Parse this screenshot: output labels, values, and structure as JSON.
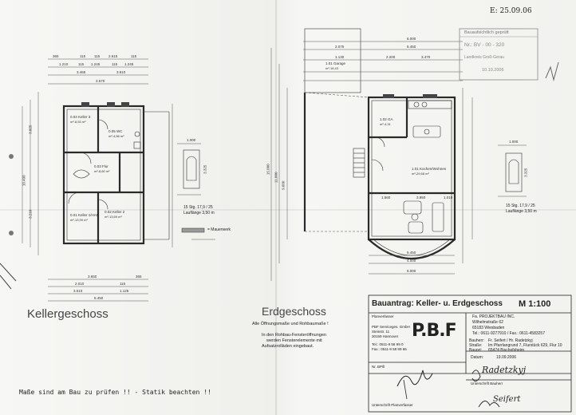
{
  "corner_note": "E: 25.09.06",
  "stamp": {
    "line1": "Bauaufsichtlich geprüft",
    "line2": "Nr.: BV - 00 - 320",
    "line3": "Landkreis Groß-Gerau",
    "line4": "10.10.2006"
  },
  "keller": {
    "title": "Kellergeschoss",
    "rooms": [
      {
        "label": "0.04 Keller 3",
        "area": "m²-8,53 m²"
      },
      {
        "label": "0.05 WC",
        "area": "m²-4,56 m²"
      },
      {
        "label": "0.03 Flur",
        "area": "m²-8,60 m²"
      },
      {
        "label": "0.01 Keller 1/HAR",
        "area": "m²-13,99 m²"
      },
      {
        "label": "0.02 Keller 2",
        "area": "m²-13,69 m²"
      }
    ],
    "stair": {
      "line1": "15 Stg. 17,9 / 25",
      "line2": "Lauflänge 3,50 m"
    },
    "legend": "= Mauerwerk"
  },
  "erd": {
    "title": "Erdgeschoss",
    "rooms": [
      {
        "label": "1.01 Garage",
        "area": "m²-18,43"
      },
      {
        "label": "1.02 GA",
        "area": "m²-4,31"
      },
      {
        "label": "1.01 Kochen/Wohnen",
        "area": "m²-29,68 m²"
      }
    ],
    "stair": {
      "line1": "15 Stg. 17,9 / 25",
      "line2": "Lauflänge 3,50 m"
    },
    "notes": [
      "Alle Öffnungsmaße und Rohbaumaße !",
      "In den Rohbau-Fensteröffnungen",
      "werden Fensterelemente mit",
      "Aufsatzrolläden eingebaut."
    ]
  },
  "bottom_note": "Maße sind am Bau zu prüfen !! - Statik beachten !!",
  "dims": {
    "k_top1": [
      "365",
      "115",
      "115",
      "2.615",
      "115"
    ],
    "k_top2": [
      "1.210",
      "115",
      "1.245",
      "115",
      "1.245"
    ],
    "k_top3": [
      "3.465",
      "3.610"
    ],
    "k_top4": [
      "3.570"
    ],
    "k_bottom1": [
      "3.650",
      "365"
    ],
    "k_bottom2": [
      "2.010",
      "115"
    ],
    "k_bottom3": [
      "3.610",
      "1.125"
    ],
    "k_bottom4": [
      "5.450"
    ],
    "k_left": [
      "10.490",
      "3.825",
      "3.210"
    ],
    "e_top1": [
      "6.000"
    ],
    "e_top2": [
      "5.450",
      "2.075"
    ],
    "e_top3": [
      "2.200",
      "1.130",
      "3.470"
    ],
    "e_bottom1": [
      "5.450"
    ],
    "e_bottom2": [
      "4.000"
    ],
    "e_bottom3": [
      "6.000"
    ],
    "e_left": [
      "15.000",
      "11.000",
      "9.600"
    ],
    "e_mid": [
      "1.560",
      "3.950",
      "1.010"
    ],
    "stair_k": [
      "1.000",
      "3.325"
    ],
    "stair_e": [
      "1.000",
      "3.325"
    ]
  },
  "titleblock": {
    "title": "Bauantrag: Keller- u. Erdgeschoss",
    "scale": "M 1:100",
    "planverfasser_label": "Planverfasser",
    "planverfasser": [
      "PBF Serviceges. GmbH",
      "Steinstr. 11",
      "30159 Hannover"
    ],
    "planverfasser_tel": [
      "Tel.: 0511-9 58 99 0",
      "Fax.: 0511-9 58 99 66"
    ],
    "firm": [
      "Fa. PROJEKTBAU INC.",
      "Wilhelmstraße 62",
      "65183 Wiesbaden",
      "Tel.: 0611-9277910 / Fax.: 0611-4583257"
    ],
    "bauherr_label": "Bauherr:",
    "bauherr": "Fr. Seifert / Hr. Radetzkyj",
    "strasse_label": "Straße:",
    "strasse": "Im Pfarrlangrund 7, Flurstück 629, Flur 10",
    "bauort_label": "Bauort:",
    "bauort": "65474 Bischofsheim",
    "logo": "P.B.F",
    "datum_label": "Datum:",
    "datum": "19.09.2006",
    "sig_left_label": "Unterschrift Planverfasser",
    "sig_right_label": "Unterschrift Bauherr",
    "sig_right": "Radetzkyj",
    "sig_right2": "Seifert",
    "stamp_small": "Nr. BP/ll"
  }
}
